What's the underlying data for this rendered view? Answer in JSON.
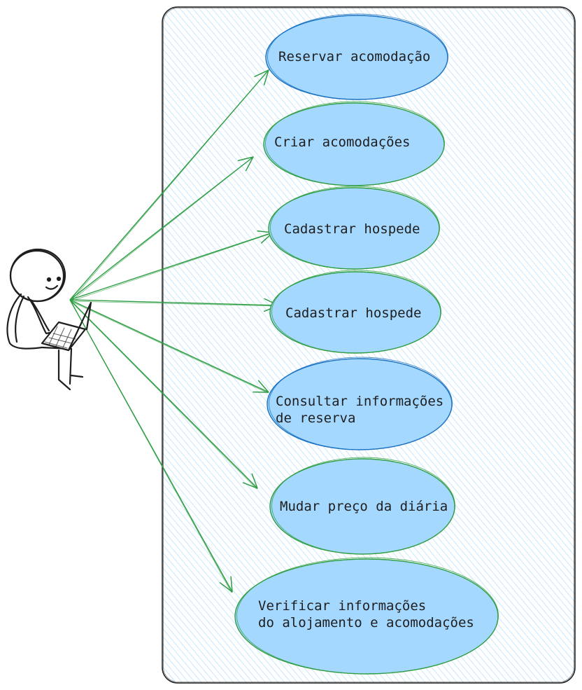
{
  "colors": {
    "boundary_stroke": "#1e1e1e",
    "boundary_hatch": "#a5d8ff",
    "usecase_fill": "#a5d8ff",
    "usecase_stroke_green": "#2f9e44",
    "usecase_stroke_blue": "#1971c2",
    "arrow": "#2f9e44",
    "actor": "#1e1e1e"
  },
  "actor": {
    "icon": "person-with-laptop-icon"
  },
  "use_cases": [
    {
      "id": "reservar",
      "lines": [
        "Reservar acomodação"
      ],
      "stroke": "blue"
    },
    {
      "id": "criar",
      "lines": [
        "Criar acomodações"
      ],
      "stroke": "green"
    },
    {
      "id": "cadastrar-1",
      "lines": [
        "Cadastrar hospede"
      ],
      "stroke": "green"
    },
    {
      "id": "cadastrar-2",
      "lines": [
        "Cadastrar hospede"
      ],
      "stroke": "green"
    },
    {
      "id": "consultar",
      "lines": [
        "Consultar informações",
        "de reserva"
      ],
      "stroke": "blue"
    },
    {
      "id": "mudar-preco",
      "lines": [
        "Mudar preço da diária"
      ],
      "stroke": "green"
    },
    {
      "id": "verificar",
      "lines": [
        "Verificar informações",
        "do alojamento e acomodações"
      ],
      "stroke": "green"
    }
  ]
}
